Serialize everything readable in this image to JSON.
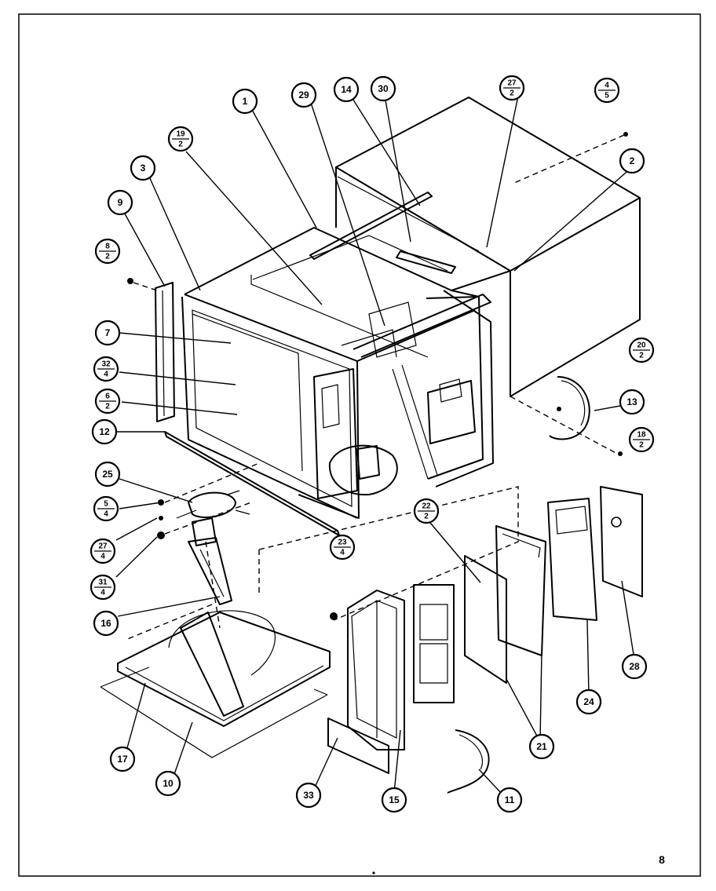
{
  "diagram": {
    "page_number": "8",
    "callouts": [
      {
        "id": "c1",
        "label": "1"
      },
      {
        "id": "c29",
        "label": "29"
      },
      {
        "id": "c14",
        "label": "14"
      },
      {
        "id": "c30",
        "label": "30"
      },
      {
        "id": "c27-2",
        "num": "27",
        "den": "2"
      },
      {
        "id": "c4-5",
        "num": "4",
        "den": "5"
      },
      {
        "id": "c19-2",
        "num": "19",
        "den": "2"
      },
      {
        "id": "c3",
        "label": "3"
      },
      {
        "id": "c2",
        "label": "2"
      },
      {
        "id": "c9",
        "label": "9"
      },
      {
        "id": "c8-2",
        "num": "8",
        "den": "2"
      },
      {
        "id": "c7",
        "label": "7"
      },
      {
        "id": "c32-4",
        "num": "32",
        "den": "4"
      },
      {
        "id": "c6-2",
        "num": "6",
        "den": "2"
      },
      {
        "id": "c20-2",
        "num": "20",
        "den": "2"
      },
      {
        "id": "c13",
        "label": "13"
      },
      {
        "id": "c18-2",
        "num": "18",
        "den": "2"
      },
      {
        "id": "c12",
        "label": "12"
      },
      {
        "id": "c25",
        "label": "25"
      },
      {
        "id": "c5-4",
        "num": "5",
        "den": "4"
      },
      {
        "id": "c27-4",
        "num": "27",
        "den": "4"
      },
      {
        "id": "c31-4",
        "num": "31",
        "den": "4"
      },
      {
        "id": "c23-4",
        "num": "23",
        "den": "4"
      },
      {
        "id": "c22-2",
        "num": "22",
        "den": "2"
      },
      {
        "id": "c16",
        "label": "16"
      },
      {
        "id": "c17",
        "label": "17"
      },
      {
        "id": "c10",
        "label": "10"
      },
      {
        "id": "c33",
        "label": "33"
      },
      {
        "id": "c15",
        "label": "15"
      },
      {
        "id": "c11",
        "label": "11"
      },
      {
        "id": "c21",
        "label": "21"
      },
      {
        "id": "c24",
        "label": "24"
      },
      {
        "id": "c28",
        "label": "28"
      }
    ]
  }
}
